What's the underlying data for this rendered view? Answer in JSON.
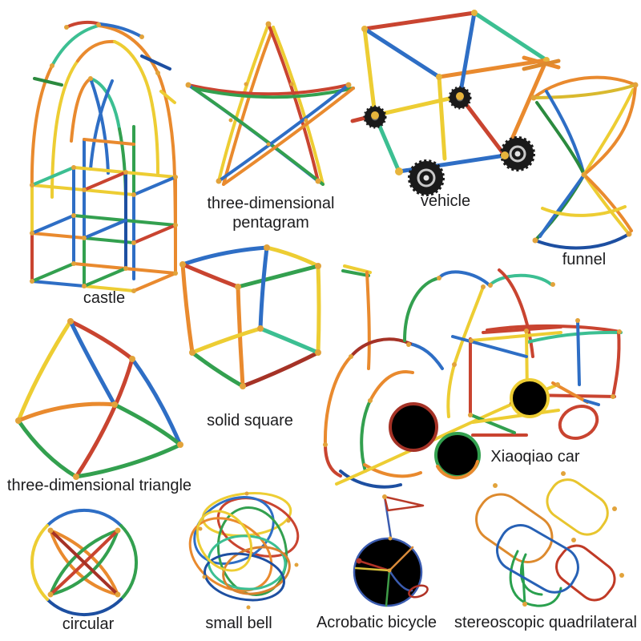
{
  "page": {
    "background": "#ffffff",
    "description_items": 11
  },
  "palette": {
    "red": "#c94430",
    "dark_red": "#a53226",
    "orange": "#e98a2e",
    "yellow": "#edcd33",
    "gold_connector": "#e2a33b",
    "green": "#33a04f",
    "teal": "#3cbf92",
    "blue": "#2e6ec5",
    "dark_blue": "#1d4fa1",
    "wheel_black": "#1a1a1a",
    "label_color": "#1d1d1f"
  },
  "items": [
    {
      "id": "castle",
      "label": "castle"
    },
    {
      "id": "pentagram",
      "label": "three-dimensional pentagram"
    },
    {
      "id": "vehicle",
      "label": "vehicle"
    },
    {
      "id": "funnel",
      "label": "funnel"
    },
    {
      "id": "solid-square",
      "label": "solid square"
    },
    {
      "id": "xiaoqiao-car",
      "label": "Xiaoqiao car"
    },
    {
      "id": "triangle",
      "label": "three-dimensional triangle"
    },
    {
      "id": "circular",
      "label": "circular"
    },
    {
      "id": "small-bell",
      "label": "small bell"
    },
    {
      "id": "bicycle",
      "label": "Acrobatic bicycle"
    },
    {
      "id": "quadrilateral",
      "label": "stereoscopic quadrilateral"
    }
  ]
}
